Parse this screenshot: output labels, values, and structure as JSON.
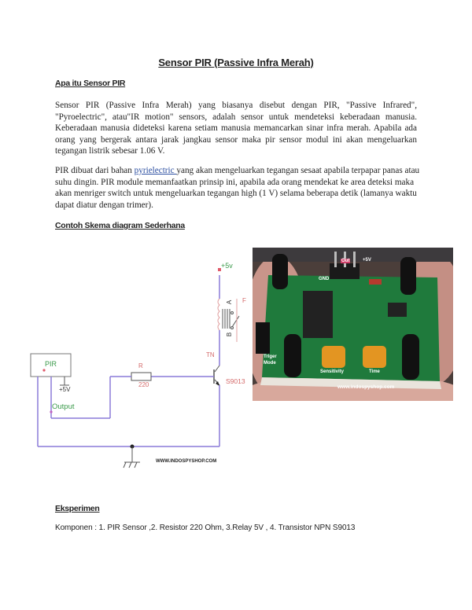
{
  "document": {
    "title": "Sensor PIR (Passive Infra Merah)",
    "section1": {
      "heading": "Apa itu Sensor PIR",
      "paragraph1": "Sensor PIR (Passive Infra Merah) yang biasanya disebut dengan PIR, \"Passive Infrared\", \"Pyroelectric\", atau\"IR motion\" sensors, adalah sensor untuk mendeteksi keberadaan manusia. Keberadaan manusia dideteksi karena setiam manusia memancarkan sinar infra merah. Apabila ada orang yang bergerak antara jarak jangkau sensor maka pir sensor modul ini akan mengeluarkan tegangan listrik sebesar 1.06 V.",
      "paragraph2_before": "PIR dibuat dari bahan ",
      "paragraph2_link": "pyrielectric ",
      "paragraph2_after": "yang akan mengeluarkan tegangan sesaat apabila terpapar panas atau suhu dingin. PIR module memanfaatkan prinsip ini, apabila ada orang mendekat ke area deteksi maka akan menriger switch untuk mengeluarkan tegangan high (1 V) selama beberapa detik (lamanya waktu dapat diatur dengan trimer)."
    },
    "section2": {
      "heading": "Contoh Skema diagram Sederhana"
    },
    "schematic": {
      "vcc_label": "+5v",
      "relay_a": "A",
      "relay_b": "B",
      "relay_f": "F",
      "transistor_label": "TN",
      "transistor_part": "S9013",
      "resistor_label": "R",
      "resistor_value": "220",
      "pir_label": "PIR",
      "pir_supply": "+5V",
      "output_label": "Output",
      "watermark": "WWW.INDOSPYSHOP.COM",
      "wire_color": "#6b6be0",
      "label_color": "#d46a6a",
      "green_label_color": "#3a9a4a"
    },
    "photo": {
      "label_out": "Out",
      "label_5v": "+5V",
      "label_gnd": "GND",
      "label_triger": "Triger",
      "label_mode": "Mode",
      "label_sensitivity": "Sensitivity",
      "label_time": "Time",
      "watermark": "www.indospyshop.com"
    },
    "section3": {
      "heading": "Eksperimen",
      "components": "Komponen :  1.  PIR Sensor  ,2. Resistor 220 Ohm, 3.Relay 5V , 4. Transistor NPN S9013"
    }
  }
}
